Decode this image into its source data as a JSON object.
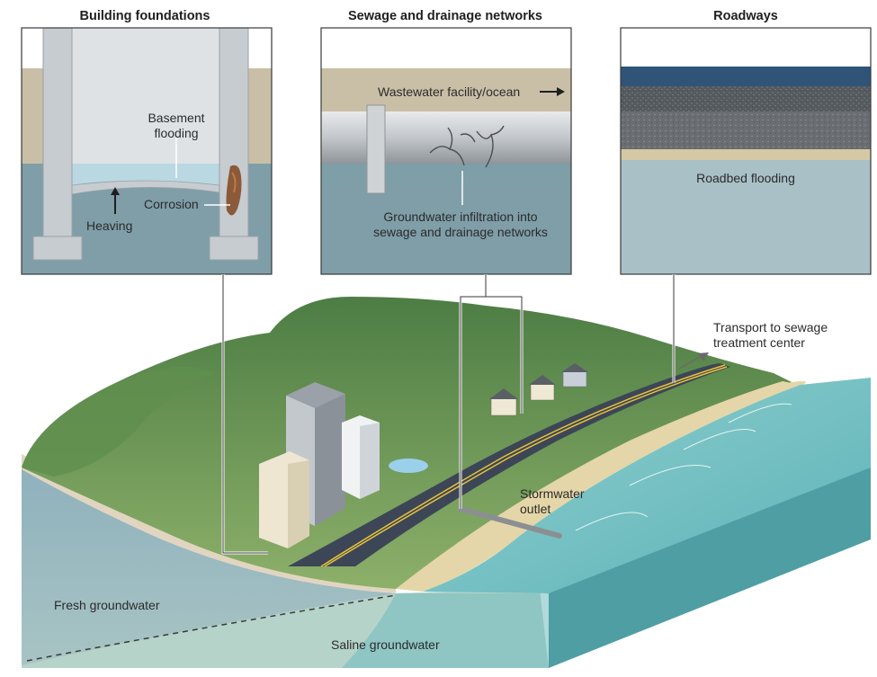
{
  "panels": {
    "foundations": {
      "title": "Building foundations",
      "basement_line1": "Basement",
      "basement_line2": "flooding",
      "heaving": "Heaving",
      "corrosion": "Corrosion"
    },
    "sewage": {
      "title": "Sewage and drainage networks",
      "facility": "Wastewater facility/ocean",
      "infiltration_line1": "Groundwater infiltration into",
      "infiltration_line2": "sewage and drainage networks"
    },
    "roadways": {
      "title": "Roadways",
      "flooding": "Roadbed flooding"
    }
  },
  "landscape": {
    "transport_line1": "Transport to sewage",
    "transport_line2": "treatment center",
    "stormwater_line1": "Stormwater",
    "stormwater_line2": "outlet",
    "fresh": "Fresh groundwater",
    "saline": "Saline groundwater"
  },
  "colors": {
    "groundwater": "#7f9ea8",
    "ocean": "#6fbcc0",
    "hill_green": "#5f8f4e",
    "sand": "#e4d6a8",
    "road": "#3c4656"
  }
}
